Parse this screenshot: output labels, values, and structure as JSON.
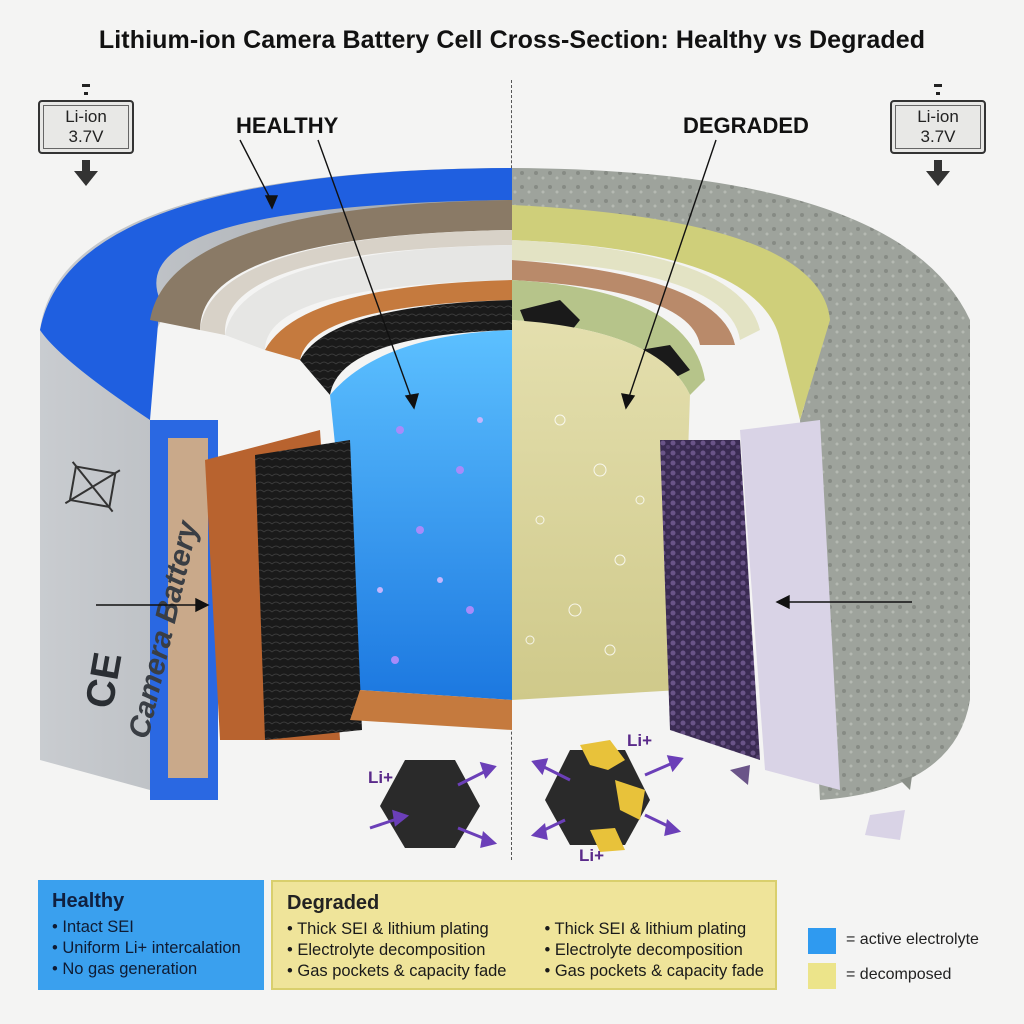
{
  "title": "Lithium-ion Camera Battery Cell Cross-Section: Healthy vs Degraded",
  "battery_icon_left": {
    "line1": "Li-ion",
    "line2": "3.7V"
  },
  "battery_icon_right": {
    "line1": "Li-ion",
    "line2": "3.7V"
  },
  "labels": {
    "healthy": "HEALTHY",
    "degraded": "DEGRADED",
    "casing_text": "Camera Battery",
    "ce_mark": "CE",
    "li_healthy": "Li+",
    "li_degraded_top": "Li+",
    "li_degraded_bottom": "Li+"
  },
  "healthy_panel": {
    "heading": "Healthy",
    "items": [
      "• Intact SEI",
      "• Uniform Li+ intercalation",
      "• No gas generation"
    ]
  },
  "degraded_panel": {
    "heading": "Degraded",
    "col1": [
      "• Thick SEI & lithium plating",
      "• Electrolyte decomposition",
      "• Gas pockets & capacity fade"
    ],
    "col2": [
      "• Thick SEI & lithium plating",
      "• Electrolyte decomposition",
      "• Gas pockets & capacity fade"
    ]
  },
  "legend": [
    {
      "text": "= active electrolyte",
      "color": "#2f9af0"
    },
    {
      "text": "= decomposed",
      "color": "#ece48a"
    }
  ],
  "colors": {
    "casing_blue": "#2563d9",
    "electrolyte_blue": "#2f9af0",
    "decomposed_yellow": "#d9d49a",
    "copper": "#b8632f",
    "graphite": "#1c1c1c",
    "lithium_purple": "#5b3a86"
  }
}
